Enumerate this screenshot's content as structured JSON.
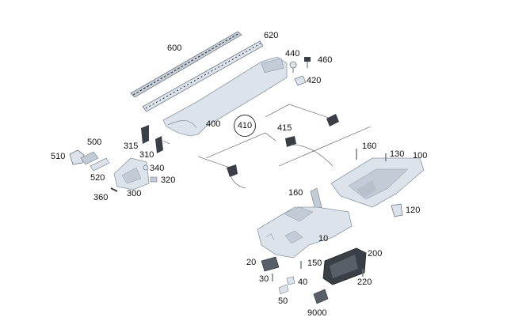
{
  "diagram": {
    "callouts": {
      "p600": "600",
      "p620": "620",
      "p440": "440",
      "p460": "460",
      "p420": "420",
      "p400": "400",
      "p410": "410",
      "p415": "415",
      "p500": "500",
      "p510": "510",
      "p315": "315",
      "p310": "310",
      "p520": "520",
      "p340": "340",
      "p320": "320",
      "p300": "300",
      "p360": "360",
      "p160a": "160",
      "p130": "130",
      "p100": "100",
      "p160b": "160",
      "p120": "120",
      "p10": "10",
      "p20": "20",
      "p150": "150",
      "p200": "200",
      "p30": "30",
      "p40": "40",
      "p220": "220",
      "p50": "50",
      "p9000": "9000"
    },
    "colors": {
      "part_fill": "#dde3ea",
      "part_shade": "#c3ccd6",
      "part_stroke": "#8e98a4",
      "leader": "#555555",
      "dark_part": "#3a3f46"
    }
  }
}
